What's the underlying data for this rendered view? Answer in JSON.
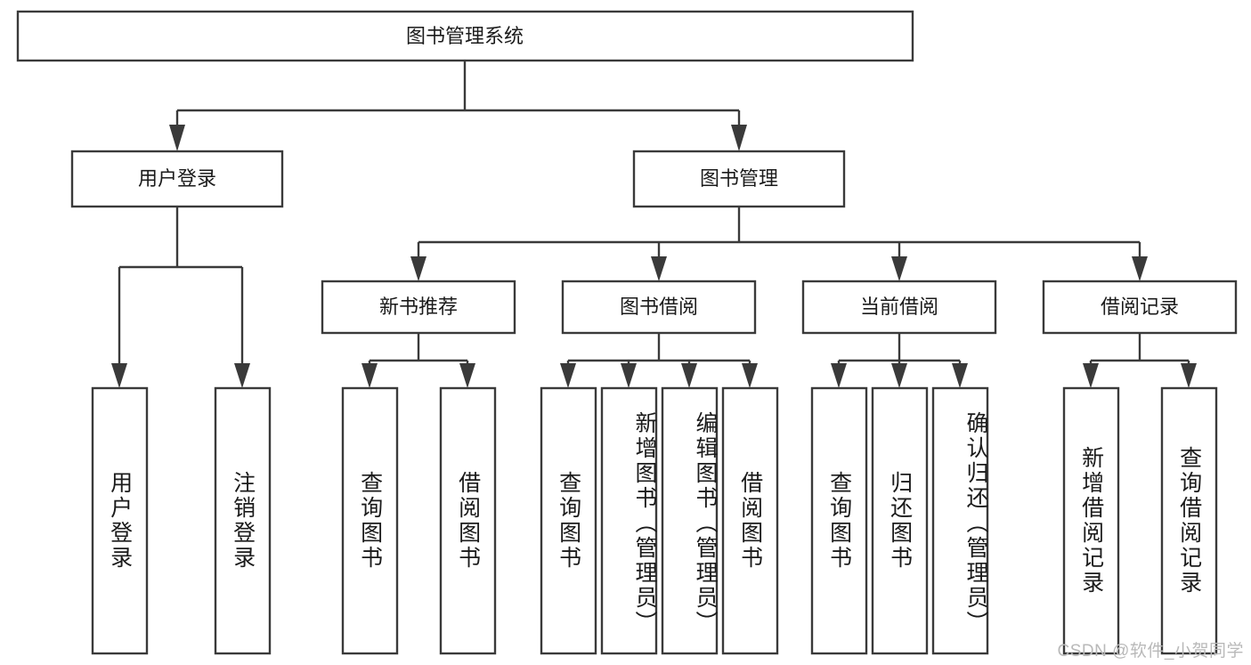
{
  "diagram": {
    "title": "图书管理系统",
    "type": "hierarchy-tree",
    "watermark": "CSDN @软件_小贺同学",
    "levels": {
      "root": {
        "id": "root",
        "label": "图书管理系统"
      },
      "level2": [
        {
          "id": "user-login",
          "label": "用户登录"
        },
        {
          "id": "book-manage",
          "label": "图书管理"
        }
      ],
      "level3": [
        {
          "id": "new-book-recommend",
          "label": "新书推荐",
          "parent": "book-manage"
        },
        {
          "id": "book-borrow",
          "label": "图书借阅",
          "parent": "book-manage"
        },
        {
          "id": "current-borrow",
          "label": "当前借阅",
          "parent": "book-manage"
        },
        {
          "id": "borrow-record",
          "label": "借阅记录",
          "parent": "book-manage"
        }
      ],
      "leaves": [
        {
          "id": "leaf-user-login",
          "label": "用户登录",
          "parent": "user-login"
        },
        {
          "id": "leaf-logout-login",
          "label": "注销登录",
          "parent": "user-login"
        },
        {
          "id": "leaf-query-book-1",
          "label": "查询图书",
          "parent": "new-book-recommend"
        },
        {
          "id": "leaf-borrow-book-1",
          "label": "借阅图书",
          "parent": "new-book-recommend"
        },
        {
          "id": "leaf-query-book-2",
          "label": "查询图书",
          "parent": "book-borrow"
        },
        {
          "id": "leaf-add-book",
          "label": "新增图书（管理员）",
          "parent": "book-borrow"
        },
        {
          "id": "leaf-edit-book",
          "label": "编辑图书（管理员）",
          "parent": "book-borrow"
        },
        {
          "id": "leaf-borrow-book-2",
          "label": "借阅图书",
          "parent": "book-borrow"
        },
        {
          "id": "leaf-query-book-3",
          "label": "查询图书",
          "parent": "current-borrow"
        },
        {
          "id": "leaf-return-book",
          "label": "归还图书",
          "parent": "current-borrow"
        },
        {
          "id": "leaf-confirm-return",
          "label": "确认归还（管理员）",
          "parent": "current-borrow"
        },
        {
          "id": "leaf-add-record",
          "label": "新增借阅记录",
          "parent": "borrow-record"
        },
        {
          "id": "leaf-query-record",
          "label": "查询借阅记录",
          "parent": "borrow-record"
        }
      ]
    },
    "colors": {
      "stroke": "#3a3a3a",
      "box_fill": "#ffffff",
      "text": "#1b1b1b",
      "watermark": "#b9b9b9"
    }
  }
}
